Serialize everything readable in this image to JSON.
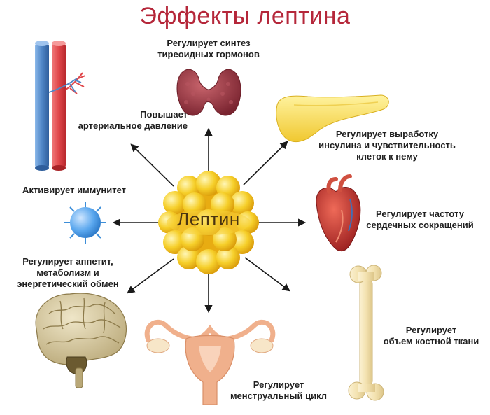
{
  "title": "Эффекты лептина",
  "center": "Лептин",
  "effects": {
    "thyroid": "Регулирует синтез\nтиреоидных гормонов",
    "blood_pressure": "Повышает\nартериальное давление",
    "insulin": "Регулирует выработку\nинсулина и чувствительность\nклеток к нему",
    "immunity": "Активирует иммунитет",
    "heart": "Регулирует частоту\nсердечных сокращений",
    "appetite": "Регулирует аппетит,\nметаболизм и\nэнергетический обмен",
    "bone": "Регулирует\nобъем костной ткани",
    "menstrual": "Регулирует\nменструальный цикл"
  },
  "colors": {
    "title": "#b5273a",
    "leptin": "#f2c21b",
    "artery": "#e0464a",
    "vein": "#4f86c6",
    "thyroid": "#9b3a45",
    "pancreas": "#f5dd5a",
    "heart": "#c8312f",
    "bone": "#f3e2b0",
    "immune_cell": "#5aa7ee",
    "uterus": "#f0b08c"
  }
}
